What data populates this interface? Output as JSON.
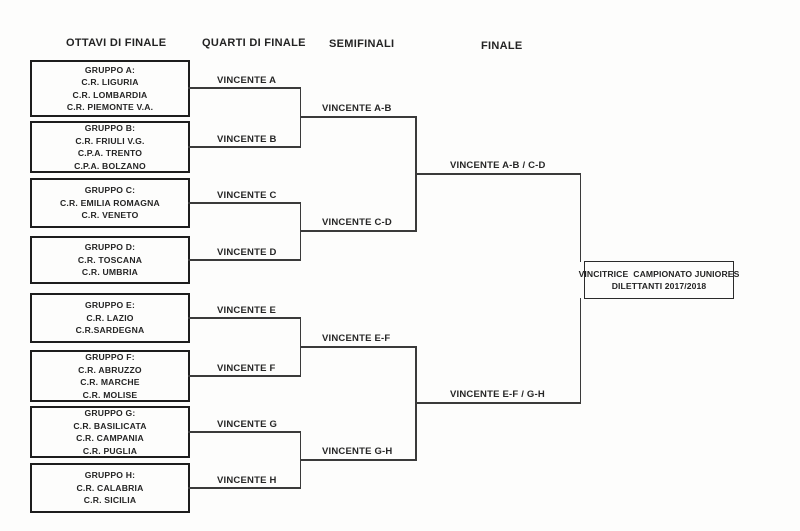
{
  "headers": {
    "ottavi": "OTTAVI DI FINALE",
    "quarti": "QUARTI DI FINALE",
    "semifinali": "SEMIFINALI",
    "finale": "FINALE"
  },
  "groups": [
    {
      "id": "A",
      "title": "GRUPPO A:",
      "teams": [
        "C.R. LIGURIA",
        "C.R. LOMBARDIA",
        "C.R. PIEMONTE V.A."
      ]
    },
    {
      "id": "B",
      "title": "GRUPPO B:",
      "teams": [
        "C.R. FRIULI V.G.",
        "C.P.A. TRENTO",
        "C.P.A. BOLZANO"
      ]
    },
    {
      "id": "C",
      "title": "GRUPPO C:",
      "teams": [
        "C.R. EMILIA ROMAGNA",
        "C.R. VENETO"
      ]
    },
    {
      "id": "D",
      "title": "GRUPPO D:",
      "teams": [
        "C.R. TOSCANA",
        "C.R. UMBRIA"
      ]
    },
    {
      "id": "E",
      "title": "GRUPPO E:",
      "teams": [
        "C.R. LAZIO",
        "C.R.SARDEGNA"
      ]
    },
    {
      "id": "F",
      "title": "GRUPPO F:",
      "teams": [
        "C.R. ABRUZZO",
        "C.R. MARCHE",
        "C.R. MOLISE"
      ]
    },
    {
      "id": "G",
      "title": "GRUPPO G:",
      "teams": [
        "C.R. BASILICATA",
        "C.R. CAMPANIA",
        "C.R. PUGLIA"
      ]
    },
    {
      "id": "H",
      "title": "GRUPPO H:",
      "teams": [
        "C.R. CALABRIA",
        "C.R. SICILIA"
      ]
    }
  ],
  "quarti_labels": [
    "VINCENTE A",
    "VINCENTE B",
    "VINCENTE C",
    "VINCENTE D",
    "VINCENTE E",
    "VINCENTE F",
    "VINCENTE G",
    "VINCENTE H"
  ],
  "semifinali_labels": [
    "VINCENTE A-B",
    "VINCENTE C-D",
    "VINCENTE E-F",
    "VINCENTE G-H"
  ],
  "finale_labels": [
    "VINCENTE A-B / C-D",
    "VINCENTE E-F / G-H"
  ],
  "winner": {
    "line1": "VINCITRICE  CAMPIONATO JUNIORES",
    "line2": "DILETTANTI 2017/2018"
  },
  "colors": {
    "line": "#3a3a3a",
    "border": "#1d1d1d",
    "text": "#1f1f1f",
    "background": "#fdfdfc"
  }
}
